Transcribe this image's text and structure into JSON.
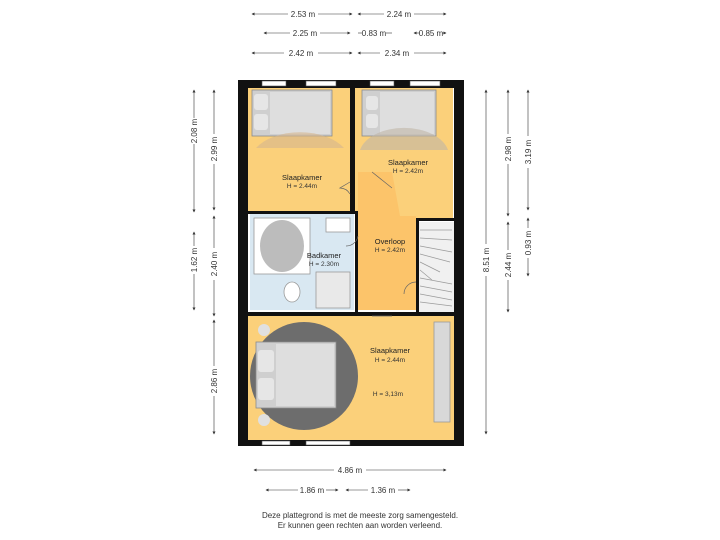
{
  "colors": {
    "floor_orange": "#fbd07a",
    "floor_landing": "#fcc46a",
    "floor_bath": "#d9e8f2",
    "wall": "#111111",
    "rug": "#6d6d6d"
  },
  "dimensions": {
    "top_row1": [
      "2.53 m",
      "2.24 m"
    ],
    "top_row2": [
      "2.25 m",
      "0.83 m",
      "0.85 m"
    ],
    "top_row3": [
      "2.42 m",
      "2.34 m"
    ],
    "left_outer": [
      "2.08 m",
      "1.62 m"
    ],
    "left_inner": [
      "2.99 m",
      "2.40 m",
      "2.86 m"
    ],
    "right_total": "8.51 m",
    "right_a": [
      "2.98 m",
      "2.44 m"
    ],
    "right_b": [
      "3.19 m",
      "0.93 m"
    ],
    "bottom_total": "4.86 m",
    "bottom_parts": [
      "1.86 m",
      "1.36 m"
    ]
  },
  "rooms": {
    "bedroom_top_left": {
      "name": "Slaapkamer",
      "height": "H = 2.44m"
    },
    "bedroom_top_right": {
      "name": "Slaapkamer",
      "height": "H = 2.42m"
    },
    "bathroom": {
      "name": "Badkamer",
      "height": "H = 2.30m"
    },
    "landing": {
      "name": "Overloop",
      "height": "H = 2.42m"
    },
    "bedroom_bottom": {
      "name": "Slaapkamer",
      "height": "H = 2.44m",
      "height2": "H = 3,13m"
    }
  },
  "disclaimer": {
    "line1": "Deze plattegrond is met de meeste zorg samengesteld.",
    "line2": "Er kunnen geen rechten aan worden verleend."
  }
}
